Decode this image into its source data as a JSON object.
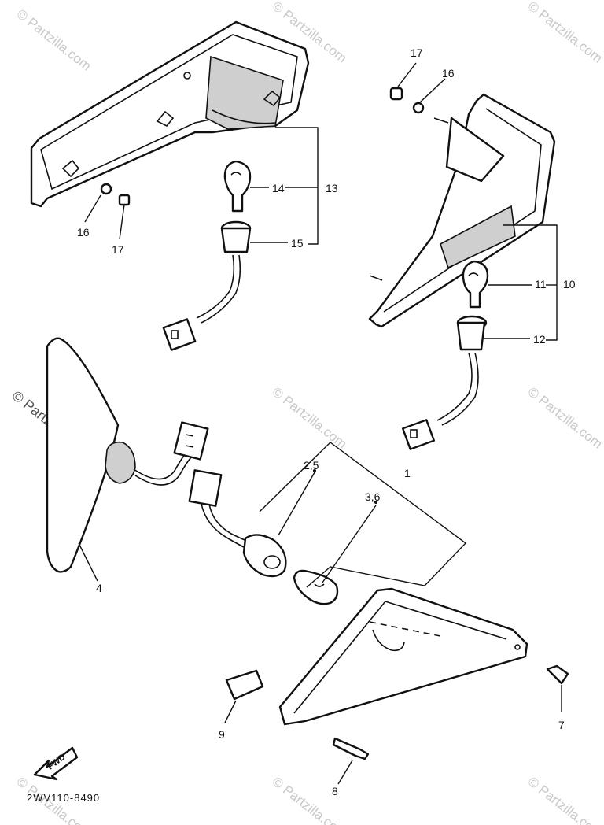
{
  "watermark": {
    "light": "© Partzilla.com",
    "strong": "© Partzilla.com"
  },
  "diagram_code": "2WV110-8490",
  "fwd_label": "FWD",
  "callouts": {
    "c1": "1",
    "c25": "2,5",
    "c36": "3,6",
    "c4": "4",
    "c7": "7",
    "c8": "8",
    "c9": "9",
    "c10": "10",
    "c11": "11",
    "c12": "12",
    "c13": "13",
    "c14": "14",
    "c15": "15",
    "c16a": "16",
    "c17a": "17",
    "c16b": "16",
    "c17b": "17"
  }
}
